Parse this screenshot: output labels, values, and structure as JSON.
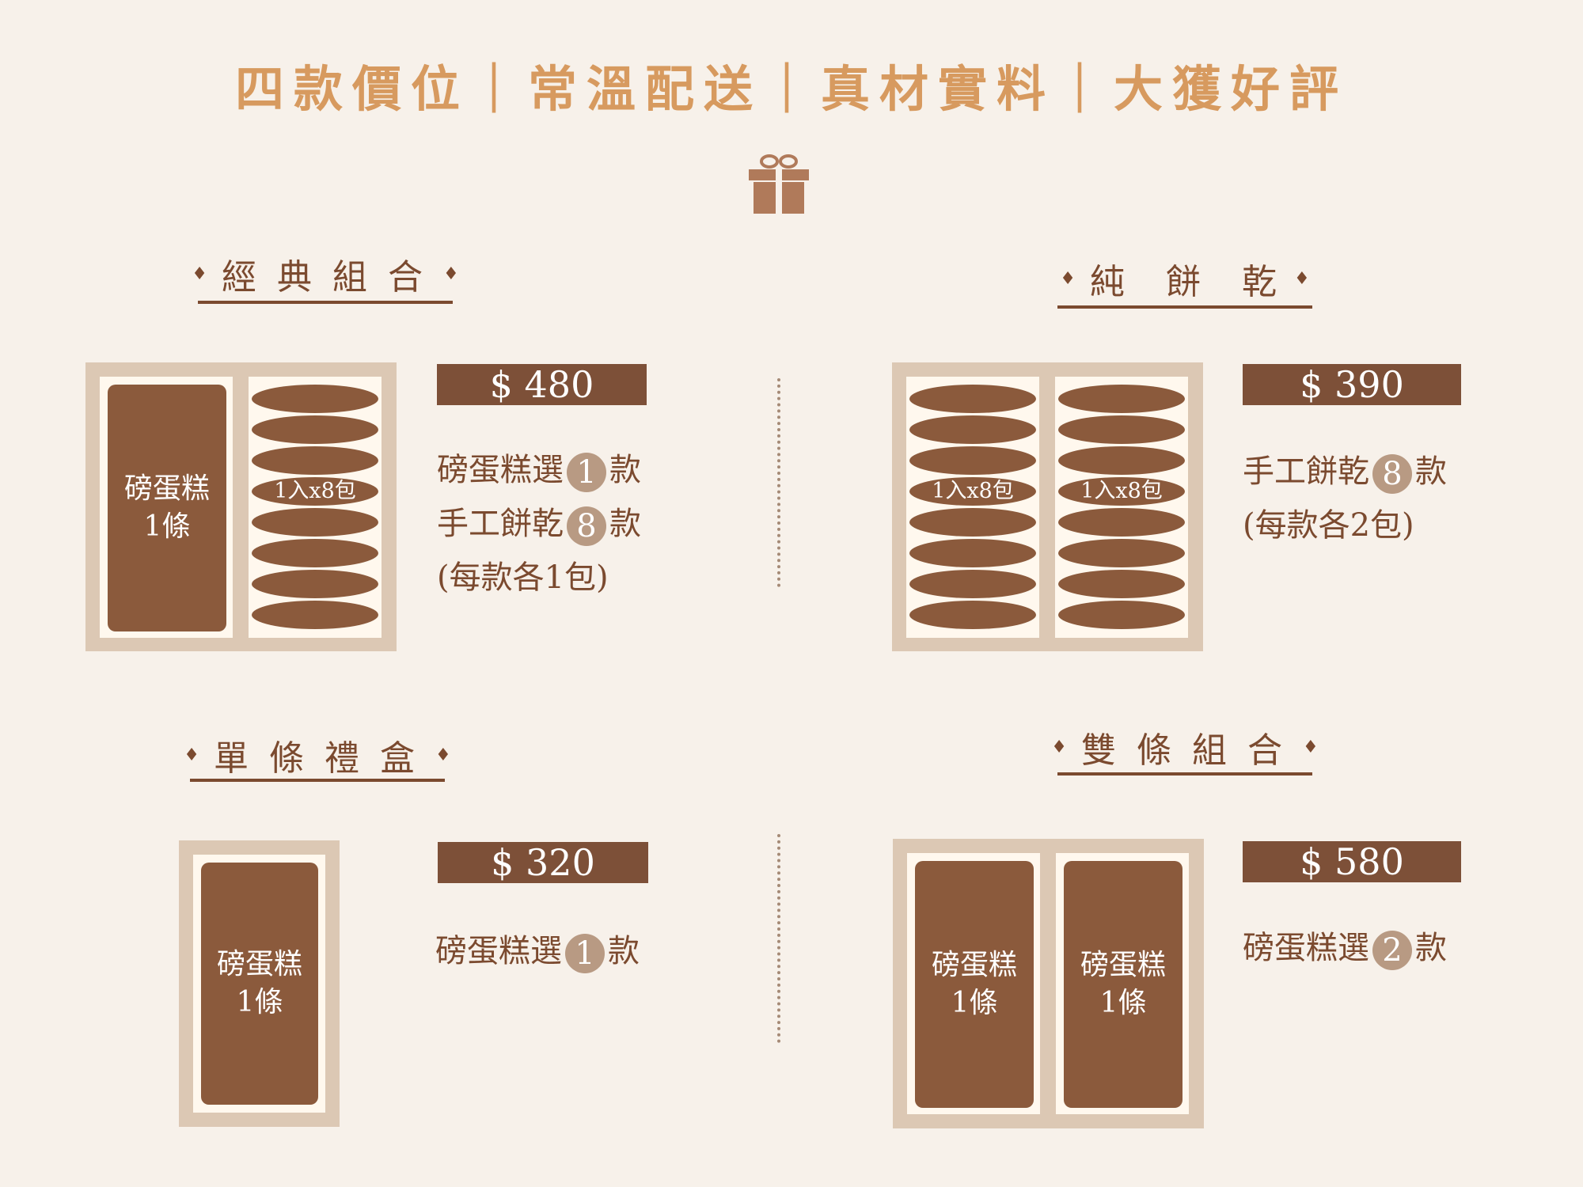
{
  "headline": "四款價位｜常溫配送｜真材實料｜大獲好評",
  "icons": {
    "gift": "gift-icon",
    "diamond": "diamond-icon"
  },
  "colors": {
    "headline": "#d79a5f",
    "brown": "#7b4a2f",
    "bar": "#8b5a3c",
    "box": "#dcc8b4",
    "badge": "#b89a83"
  },
  "diamond": "♦",
  "cake_label": {
    "line1": "磅蛋糕",
    "line2": "1條"
  },
  "cookie_label": "1入x8包",
  "classic": {
    "title": "經典組合",
    "price": "$ 480",
    "line1": {
      "pre": "磅蛋糕選",
      "num": "1",
      "post": "款"
    },
    "line2": {
      "pre": "手工餅乾",
      "num": "8",
      "post": "款"
    },
    "line3": "(每款各1包)"
  },
  "cookie": {
    "title": "純　餅　乾",
    "price": "$ 390",
    "line1": {
      "pre": "手工餅乾",
      "num": "8",
      "post": "款"
    },
    "line2": "(每款各2包)"
  },
  "single": {
    "title": "單條禮盒",
    "price": "$ 320",
    "line1": {
      "pre": "磅蛋糕選",
      "num": "1",
      "post": "款"
    }
  },
  "double": {
    "title": "雙條組合",
    "price": "$ 580",
    "line1": {
      "pre": "磅蛋糕選",
      "num": "2",
      "post": "款"
    }
  }
}
